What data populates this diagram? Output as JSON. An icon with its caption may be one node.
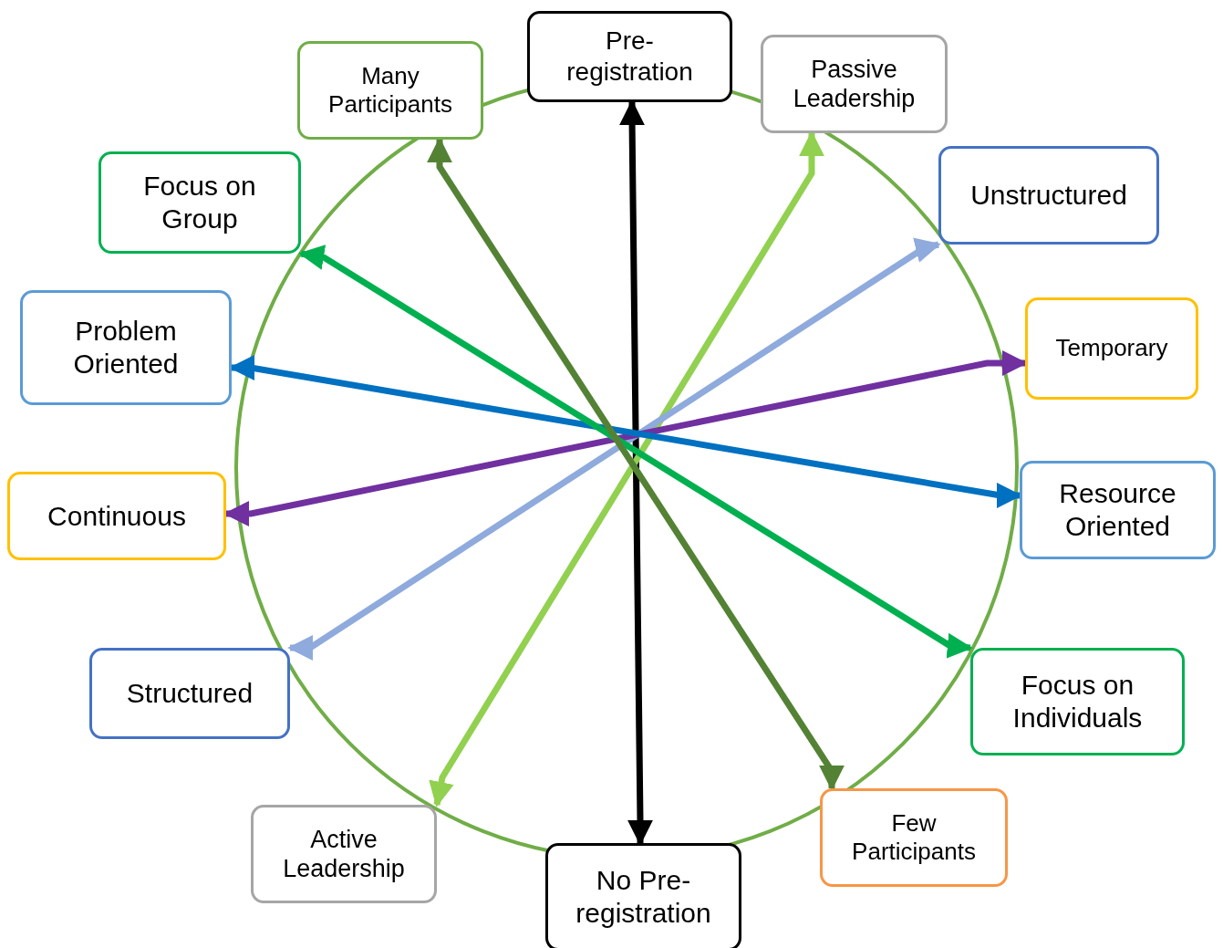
{
  "diagram": {
    "nodes": [
      {
        "text": [
          "Pre-registration"
        ]
      },
      {
        "text": [
          "Passive Leadership"
        ]
      },
      {
        "text": [
          "Unstructured"
        ]
      },
      {
        "text": [
          "Temporary"
        ]
      },
      {
        "text": [
          "Resource Oriented"
        ]
      },
      {
        "text": [
          "Focus on Individuals"
        ]
      },
      {
        "text": [
          "Few Participants"
        ]
      },
      {
        "text": [
          "No Pre-registration"
        ]
      },
      {
        "text": [
          "Active Leadership"
        ]
      },
      {
        "text": [
          "Structured"
        ]
      },
      {
        "text": [
          "Continuous"
        ]
      },
      {
        "text": [
          "Problem Oriented"
        ]
      },
      {
        "text": [
          "Focus on Group"
        ]
      },
      {
        "text": [
          "Many Participants"
        ]
      }
    ],
    "edges": [
      {
        "from": 0,
        "to": 7,
        "arrow": "both",
        "color": "#000000"
      },
      {
        "from": 1,
        "to": 8,
        "arrow": "both",
        "color": "#92d050"
      },
      {
        "from": 2,
        "to": 9,
        "arrow": "both",
        "color": "#8faadc"
      },
      {
        "from": 3,
        "to": 10,
        "arrow": "both",
        "color": "#7030a0"
      },
      {
        "from": 4,
        "to": 11,
        "arrow": "both",
        "color": "#0070c0"
      },
      {
        "from": 5,
        "to": 12,
        "arrow": "both",
        "color": "#00b050"
      },
      {
        "from": 6,
        "to": 13,
        "arrow": "both",
        "color": "#548235"
      }
    ]
  }
}
